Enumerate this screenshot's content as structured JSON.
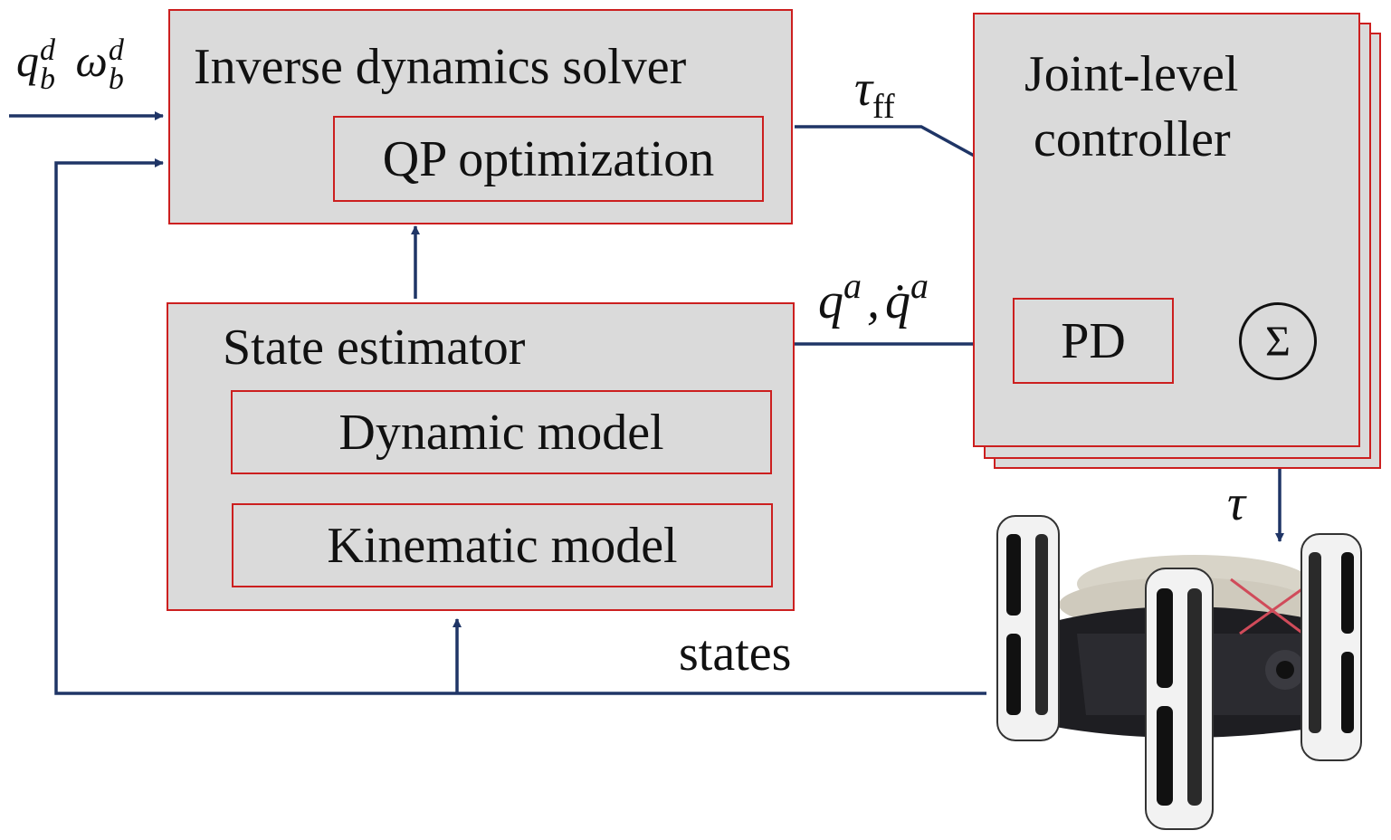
{
  "blocks": {
    "inverse_dynamics": {
      "title": "Inverse dynamics solver",
      "sub": "QP optimization"
    },
    "state_estimator": {
      "title": "State estimator",
      "sub1": "Dynamic model",
      "sub2": "Kinematic model"
    },
    "joint_controller": {
      "title_line1": "Joint-level",
      "title_line2": "controller",
      "pd": "PD",
      "sum": "Σ"
    }
  },
  "signals": {
    "input_q": "q",
    "input_q_sub": "b",
    "input_q_sup": "d",
    "input_w": "ω",
    "input_w_sub": "b",
    "input_w_sup": "d",
    "tau_ff": "τ",
    "tau_ff_sub": "ff",
    "qa": "q",
    "qa_sup": "a",
    "comma": ",",
    "qdot": "q̇",
    "qdot_sup": "a",
    "tau": "τ",
    "states": "states"
  },
  "colors": {
    "box_border": "#cc1f1f",
    "box_fill": "#dadada",
    "arrow": "#1f3566"
  }
}
